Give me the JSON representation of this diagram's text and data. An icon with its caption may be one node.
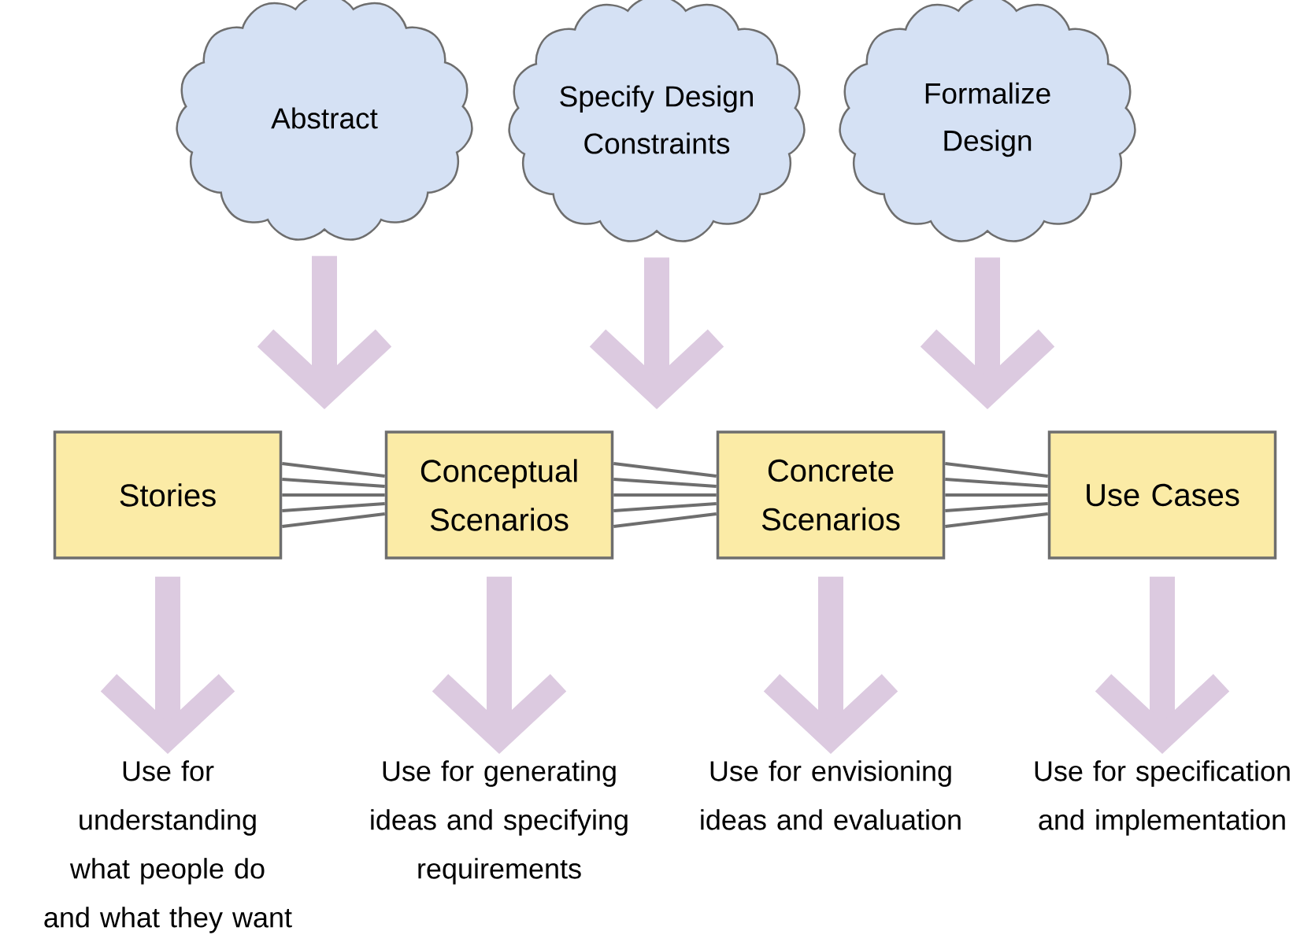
{
  "diagram": {
    "nodes": [
      {
        "text": [
          "Abstract"
        ]
      },
      {
        "text": [
          "Specify Design Constraints"
        ]
      },
      {
        "text": [
          "Formalize Design"
        ]
      },
      {
        "text": [
          "Stories"
        ]
      },
      {
        "text": [
          "Conceptual Scenarios"
        ]
      },
      {
        "text": [
          "Concrete Scenarios"
        ]
      },
      {
        "text": [
          "Use Cases"
        ]
      },
      {
        "text": [
          "Use for understanding what people do and what they want"
        ]
      },
      {
        "text": [
          "Use for generating ideas and specifying requirements"
        ]
      },
      {
        "text": [
          "Use for envisioning ideas and evaluation"
        ]
      },
      {
        "text": [
          "Use for specification and implementation"
        ]
      }
    ],
    "edges": [
      {
        "from": 0,
        "to": null,
        "arrow": "to"
      },
      {
        "from": 1,
        "to": null,
        "arrow": "to"
      },
      {
        "from": 2,
        "to": null,
        "arrow": "to"
      },
      {
        "from": 3,
        "to": 4,
        "arrow": "none",
        "color": "#6e6e6e"
      },
      {
        "from": 4,
        "to": 5,
        "arrow": "none",
        "color": "#6e6e6e"
      },
      {
        "from": 5,
        "to": 6,
        "arrow": "none",
        "color": "#6e6e6e"
      },
      {
        "from": 3,
        "to": 7,
        "arrow": "to"
      },
      {
        "from": 4,
        "to": 8,
        "arrow": "to"
      },
      {
        "from": 5,
        "to": 9,
        "arrow": "to"
      },
      {
        "from": 6,
        "to": 10,
        "arrow": "to"
      }
    ]
  }
}
